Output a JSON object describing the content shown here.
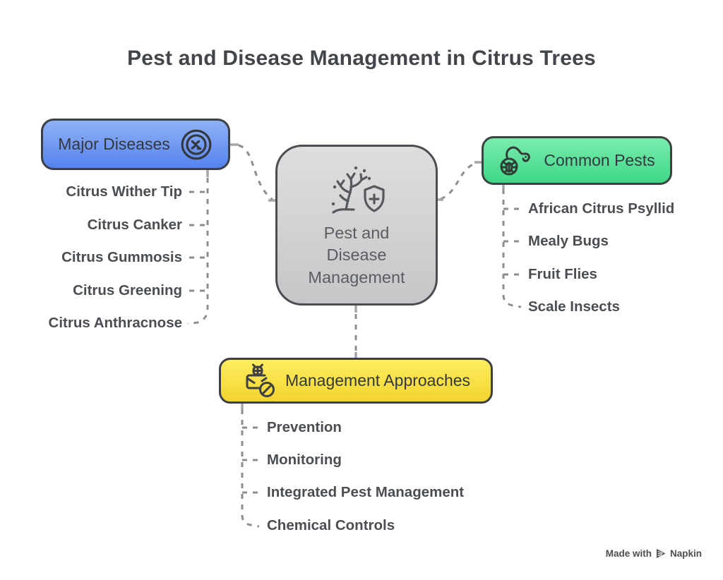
{
  "title": "Pest and Disease Management in Citrus Trees",
  "center": {
    "icon": "tree-shield-icon",
    "lines": [
      "Pest and",
      "Disease",
      "Management"
    ]
  },
  "branches": {
    "diseases": {
      "label": "Major Diseases",
      "icon": "virus-icon",
      "fill_top": "#90B3F5",
      "fill_bottom": "#5582EE",
      "items": [
        "Citrus Wither Tip",
        "Citrus Canker",
        "Citrus Gummosis",
        "Citrus Greening",
        "Citrus Anthracnose"
      ]
    },
    "pests": {
      "label": "Common Pests",
      "icon": "pest-magnifier-icon",
      "fill_top": "#7AECAE",
      "fill_bottom": "#3FD787",
      "items": [
        "African Citrus Psyllid",
        "Mealy Bugs",
        "Fruit Flies",
        "Scale Insects"
      ]
    },
    "approaches": {
      "label": "Management Approaches",
      "icon": "pest-control-icon",
      "fill_top": "#FFEE61",
      "fill_bottom": "#F2D42F",
      "items": [
        "Prevention",
        "Monitoring",
        "Integrated Pest Management",
        "Chemical Controls"
      ]
    }
  },
  "footer": {
    "made_with": "Made with",
    "brand": "Napkin",
    "logo": "napkin-logo-icon"
  },
  "colors": {
    "heading_text": "#42464B",
    "item_text": "#4A4E53",
    "connector": "#8D8D8D",
    "center_fill_top": "#DEDEDE",
    "center_fill_bottom": "#C6C6C8",
    "node_border": "#3B4046"
  }
}
